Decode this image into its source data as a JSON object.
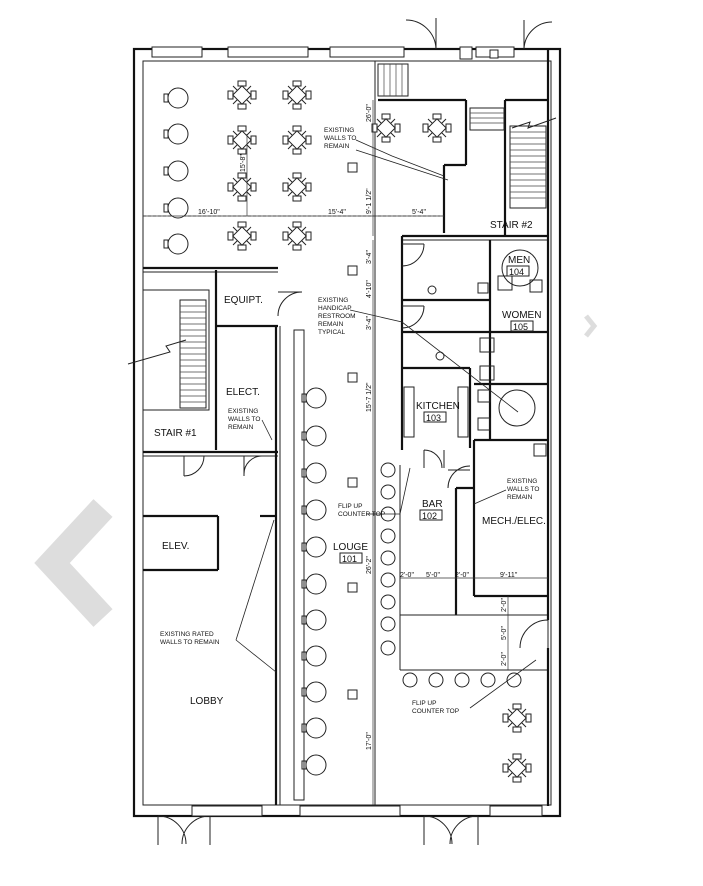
{
  "rooms": {
    "equipt": "EQUIPT.",
    "elect": "ELECT.",
    "stair1": "STAIR #1",
    "stair2": "STAIR #2",
    "elev": "ELEV.",
    "lobby": "LOBBY",
    "men": "MEN",
    "men_num": "104",
    "women": "WOMEN",
    "women_num": "105",
    "kitchen": "KITCHEN",
    "kitchen_num": "103",
    "bar": "BAR",
    "bar_num": "102",
    "mech": "MECH./ELEC.",
    "louge": "LOUGE",
    "louge_num": "101"
  },
  "notes": {
    "walls_top": [
      "EXISTING",
      "WALLS TO",
      "REMAIN"
    ],
    "handicap": [
      "EXISTING",
      "HANDICAP",
      "RESTROOM",
      "REMAIN",
      "TYPICAL"
    ],
    "walls_elect": [
      "EXISTING",
      "WALLS TO",
      "REMAIN"
    ],
    "walls_mech": [
      "EXISTING",
      "WALLS TO",
      "REMAIN"
    ],
    "flip_top": [
      "FLIP UP",
      "COUNTER TOP"
    ],
    "flip_bottom": [
      "FLIP UP",
      "COUNTER TOP"
    ],
    "rated": [
      "EXISTING RATED",
      "WALLS TO REMAIN"
    ]
  },
  "dims": {
    "d16_10": "16'-10\"",
    "d15_4": "15'-4\"",
    "d5_4": "5'-4\"",
    "d9_1": "9'-1 1/2\"",
    "d26_0": "26'-0\"",
    "d15_8": "15'-8\"",
    "d3_4a": "3'-4\"",
    "d4_10": "4'-10\"",
    "d3_4b": "3'-4\"",
    "d15_7": "15'-7 1/2\"",
    "d26_2": "26'-2\"",
    "d17_0": "17'-0\"",
    "d2_0a": "2'-0\"",
    "d5_0a": "5'-0\"",
    "d2_0b": "2'-0\"",
    "d9_11": "9'-11\"",
    "d2_0c": "2'-0\"",
    "d5_0b": "5'-0\"",
    "d2_0d": "2'-0\""
  }
}
